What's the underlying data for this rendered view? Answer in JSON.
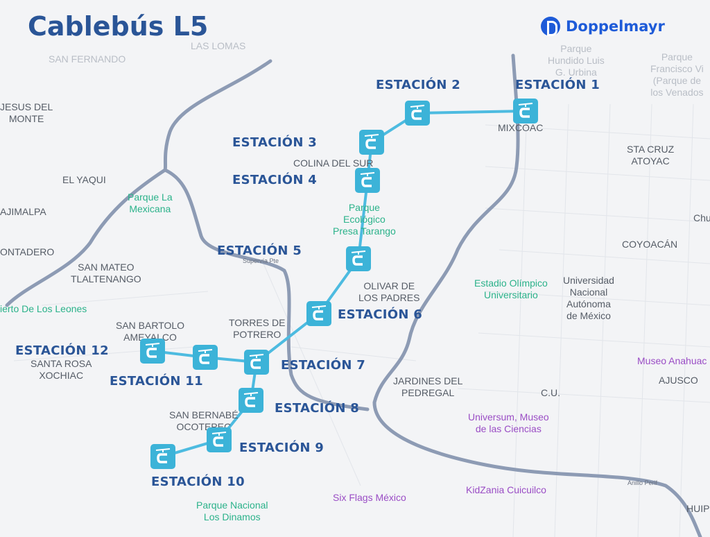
{
  "title": "Cablebús L5",
  "brand": {
    "name": "Doppelmayr",
    "color": "#1e5bd8"
  },
  "colors": {
    "line": "#4dbbe0",
    "station": "#3cb3d8",
    "label": "#2a5597",
    "road": "#8d9bb4"
  },
  "stations": [
    {
      "id": 1,
      "label": "ESTACIÓN 1"
    },
    {
      "id": 2,
      "label": "ESTACIÓN 2"
    },
    {
      "id": 3,
      "label": "ESTACIÓN 3"
    },
    {
      "id": 4,
      "label": "ESTACIÓN 4"
    },
    {
      "id": 5,
      "label": "ESTACIÓN 5"
    },
    {
      "id": 6,
      "label": "ESTACIÓN 6"
    },
    {
      "id": 7,
      "label": "ESTACIÓN 7"
    },
    {
      "id": 8,
      "label": "ESTACIÓN 8"
    },
    {
      "id": 9,
      "label": "ESTACIÓN 9"
    },
    {
      "id": 10,
      "label": "ESTACIÓN 10"
    },
    {
      "id": 11,
      "label": "ESTACIÓN 11"
    },
    {
      "id": 12,
      "label": "ESTACIÓN 12"
    }
  ],
  "station_icon": "cable-car-icon",
  "places": [
    {
      "text": "LAS LOMAS",
      "style": "faint"
    },
    {
      "text": "SAN FERNANDO",
      "style": "faint"
    },
    {
      "text": "JESUS DEL\nMONTE",
      "style": "normal"
    },
    {
      "text": "EL YAQUI",
      "style": "normal"
    },
    {
      "text": "Parque La\nMexicana",
      "style": "green"
    },
    {
      "text": "AJIMALPA",
      "style": "normal"
    },
    {
      "text": "ONTADERO",
      "style": "normal"
    },
    {
      "text": "SAN MATEO\nTLALTENANGO",
      "style": "normal"
    },
    {
      "text": "ierto De Los Leones",
      "style": "green"
    },
    {
      "text": "SAN BARTOLO\nAMEYALCO",
      "style": "normal"
    },
    {
      "text": "SANTA ROSA\nXOCHIAC",
      "style": "normal"
    },
    {
      "text": "TORRES DE\nPOTRERO",
      "style": "normal"
    },
    {
      "text": "SAN BERNABÉ\nOCOTEPEC",
      "style": "normal"
    },
    {
      "text": "Parque Nacional\nLos Dinamos",
      "style": "green"
    },
    {
      "text": "COLINA DEL SUR",
      "style": "normal"
    },
    {
      "text": "Parque\nEcológico\nPresa Tarango",
      "style": "green"
    },
    {
      "text": "OLIVAR DE\nLOS PADRES",
      "style": "normal"
    },
    {
      "text": "MIXCOAC",
      "style": "normal"
    },
    {
      "text": "Parque\nHundido Luis\nG. Urbina",
      "style": "faintgreen"
    },
    {
      "text": "Parque\nFrancisco Vi\n(Parque de\nlos Venados",
      "style": "faintgreen"
    },
    {
      "text": "STA CRUZ\nATOYAC",
      "style": "normal"
    },
    {
      "text": "Chu",
      "style": "normal"
    },
    {
      "text": "COYOACÁN",
      "style": "normal"
    },
    {
      "text": "Estadio Olímpico\nUniversitario",
      "style": "green"
    },
    {
      "text": "Universidad\nNacional\nAutónoma\nde México",
      "style": "normal"
    },
    {
      "text": "Museo Anahuac",
      "style": "purple"
    },
    {
      "text": "AJUSCO",
      "style": "normal"
    },
    {
      "text": "JARDINES DEL\nPEDREGAL",
      "style": "normal"
    },
    {
      "text": "C.U.",
      "style": "normal"
    },
    {
      "text": "Universum, Museo\nde las Ciencias",
      "style": "purple"
    },
    {
      "text": "KidZania Cuicuilco",
      "style": "purple"
    },
    {
      "text": "Six Flags México",
      "style": "purple"
    },
    {
      "text": "HUIP",
      "style": "normal"
    },
    {
      "text": "Supervía Pte",
      "style": "road"
    },
    {
      "text": "Anillo Perif",
      "style": "road"
    }
  ]
}
